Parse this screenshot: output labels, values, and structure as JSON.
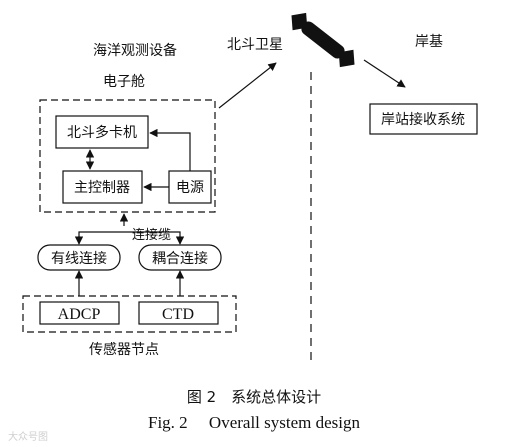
{
  "labels": {
    "ocean_device": "海洋观测设备",
    "electronic_cabin": "电子舱",
    "beidou_card": "北斗多卡机",
    "main_controller": "主控制器",
    "power": "电源",
    "cable": "连接缆",
    "wired": "有线连接",
    "coupled": "耦合连接",
    "adcp": "ADCP",
    "ctd": "CTD",
    "sensor_node": "传感器节点",
    "satellite": "北斗卫星",
    "shore": "岸基",
    "shore_system": "岸站接收系统"
  },
  "caption": {
    "cn": "图 2　系统总体设计",
    "en": "Fig. 2　 Overall system design"
  },
  "watermark": "大众号图"
}
